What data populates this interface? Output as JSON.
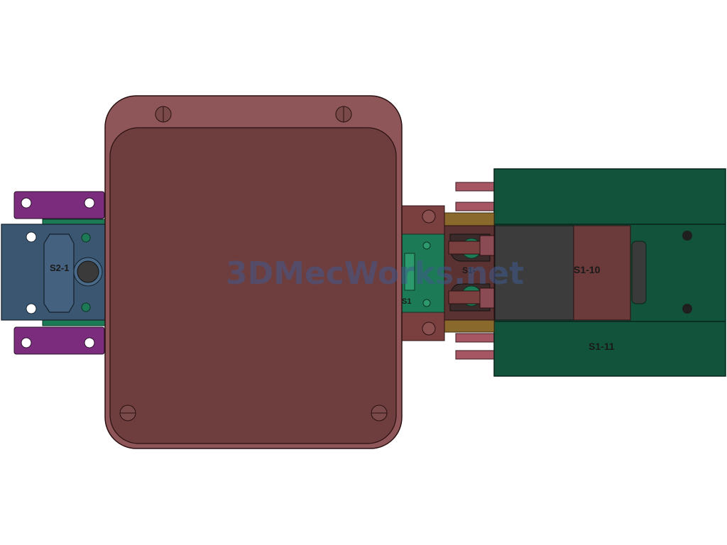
{
  "watermark": "3DMecWorks.net",
  "labels": {
    "s2_1": "S2-1",
    "s1_1": "S1",
    "s1_9": "S1-",
    "s1_10": "S1-10",
    "s1_11": "S1-11"
  },
  "colors": {
    "cover": "#6e3d3e",
    "cover_edge": "#8e5658",
    "left_block": "#3b5670",
    "left_block_light": "#4a6a89",
    "purple": "#7b2c7d",
    "green": "#12543b",
    "green_light": "#1d7a56",
    "dark_gray": "#3c3c3c",
    "brown_pad": "#6b3a3a",
    "bronze": "#8a6a2c",
    "pink_pin": "#b56070",
    "screw": "#7a4a4a"
  }
}
